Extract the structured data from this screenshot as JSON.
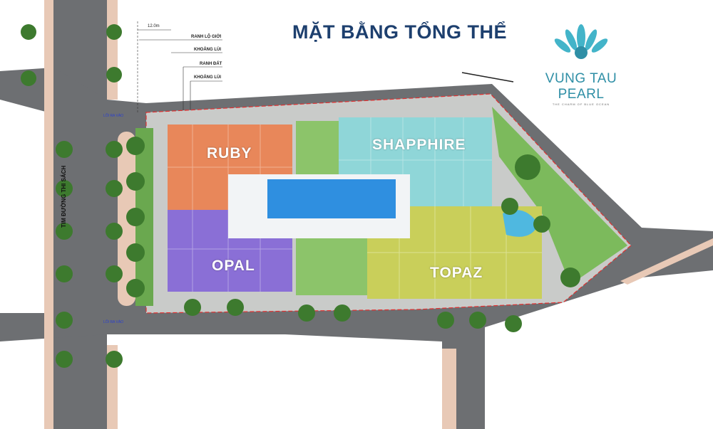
{
  "title": "MẶT BẰNG TỔNG THỂ",
  "logo": {
    "name": "VUNG TAU PEARL",
    "tagline": "THE CHARM OF BLUE OCEAN"
  },
  "legend_notes": {
    "dimension": "12.0m",
    "items": [
      "RANH LỘ GIỚI",
      "KHOẢNG LÙI",
      "RANH ĐẤT",
      "KHOẢNG LÙI"
    ]
  },
  "street_label": "TIM ĐƯỜNG THI SÁCH",
  "gate_labels": [
    "LỐI RA VÀO",
    "LỐI RA VÀO"
  ],
  "buildings": [
    {
      "name": "RUBY",
      "color": "#e8875a"
    },
    {
      "name": "OPAL",
      "color": "#8a6fd6"
    },
    {
      "name": "SHAPPHIRE",
      "color": "#8fd6d8"
    },
    {
      "name": "TOPAZ",
      "color": "#c9cf5a"
    }
  ],
  "colors": {
    "road": "#6d6f72",
    "sidewalk": "#e8c9b6",
    "grass": "#6aa84f",
    "pool": "#2f8fe0",
    "boundary": "#e03030",
    "title": "#1d3f6e"
  }
}
